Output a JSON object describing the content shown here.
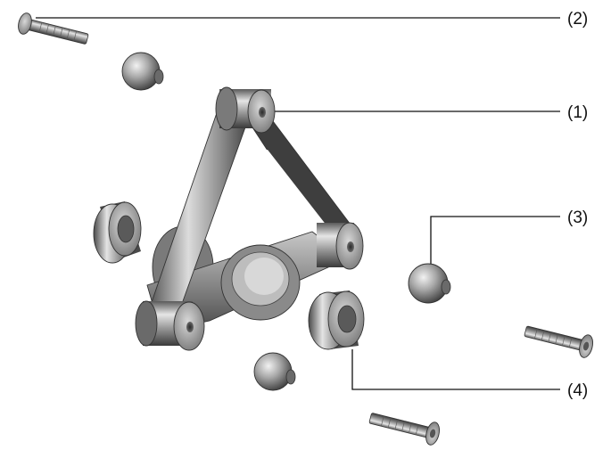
{
  "callouts": [
    {
      "label": "(1)"
    },
    {
      "label": "(2)"
    },
    {
      "label": "(3)"
    },
    {
      "label": "(4)"
    }
  ],
  "parts": {
    "1": "rocker-arm",
    "2": "screw",
    "3": "ball-joint",
    "4": "bearing"
  },
  "colors": {
    "metal_dark": "#3a3a3a",
    "metal_mid": "#8a8a8a",
    "metal_light": "#e8e8e8",
    "line": "#111111",
    "background": "#ffffff"
  }
}
